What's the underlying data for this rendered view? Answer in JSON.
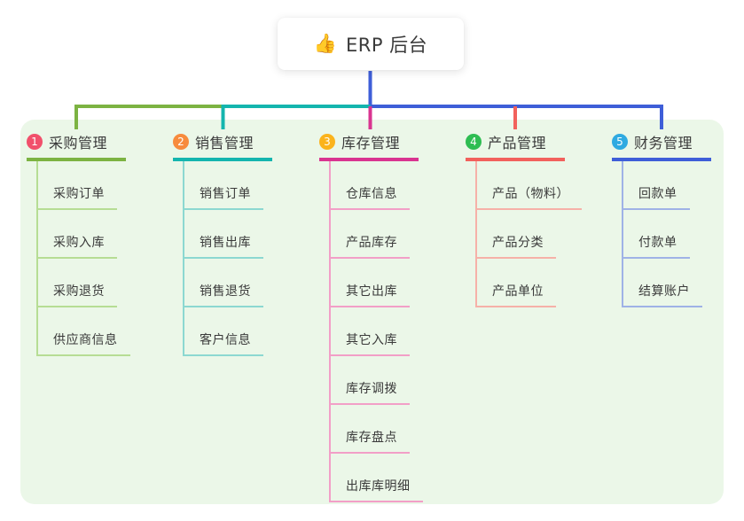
{
  "page": {
    "background": "#ffffff",
    "panel_background": "#ebf7e8",
    "text_color": "#3a3a3a"
  },
  "root_node": {
    "icon": "👍",
    "title": "ERP 后台"
  },
  "branches": [
    {
      "num": "1",
      "label": "采购管理",
      "badge_color": "#f1506b",
      "line_color": "#7cb342",
      "child_line_color": "#b6dd94",
      "children": [
        "采购订单",
        "采购入库",
        "采购退货",
        "供应商信息"
      ]
    },
    {
      "num": "2",
      "label": "销售管理",
      "badge_color": "#f78b3d",
      "line_color": "#14b5ae",
      "child_line_color": "#8cd8d1",
      "children": [
        "销售订单",
        "销售出库",
        "销售退货",
        "客户信息"
      ]
    },
    {
      "num": "3",
      "label": "库存管理",
      "badge_color": "#fbb31c",
      "line_color": "#d93490",
      "child_line_color": "#f29fc7",
      "children": [
        "仓库信息",
        "产品库存",
        "其它出库",
        "其它入库",
        "库存调拨",
        "库存盘点",
        "出库库明细"
      ]
    },
    {
      "num": "4",
      "label": "产品管理",
      "badge_color": "#2ebd52",
      "line_color": "#f2615c",
      "child_line_color": "#f6b1a8",
      "children": [
        "产品（物料）",
        "产品分类",
        "产品单位"
      ]
    },
    {
      "num": "5",
      "label": "财务管理",
      "badge_color": "#2faae1",
      "line_color": "#3e5ed8",
      "child_line_color": "#9fb2e6",
      "children": [
        "回款单",
        "付款单",
        "结算账户"
      ]
    }
  ]
}
